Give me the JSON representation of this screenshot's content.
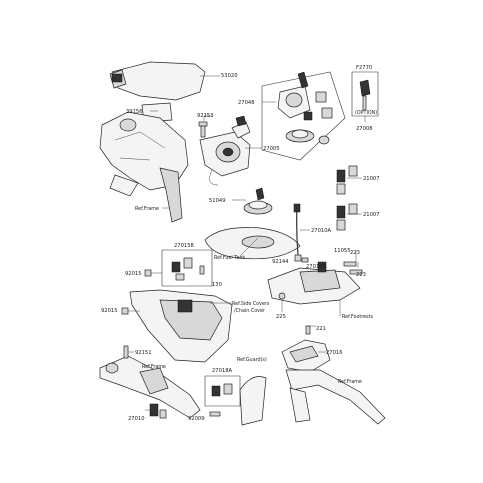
{
  "labels": {
    "p53020": "53020",
    "p39156": "39156",
    "p92153": "92153",
    "p27048": "27048",
    "p27005": "27005",
    "pF2770": "F2770",
    "p27008": "27008",
    "option": "(OPTION)",
    "p21007a": "21007",
    "p21007b": "21007",
    "p51049": "51049",
    "p27010A": "27010A",
    "refFrame1": "Ref.Frame",
    "p270158": "270158",
    "p92015a": "92015",
    "refFuelTank": "Ref.Fuel Tank",
    "p130": "130",
    "p11055": "11055",
    "p223a": "223",
    "p223b": "223",
    "p92144": "92144",
    "p270108": "270108",
    "p92015b": "92015",
    "refSideCovers1": "Ref.Side Covers",
    "refSideCovers2": "/Chain Cover",
    "p225": "225",
    "refFootrests": "Ref.Footrests",
    "p221": "221",
    "p92151": "92151",
    "refGuards": "Ref.Guard(s)",
    "p27016": "27016",
    "refFrame2": "Ref.Frame",
    "p27018A": "27018A",
    "refFrame3": "Ref.Frame",
    "p27010": "27010",
    "p92009": "92009"
  },
  "icons": [
    "key-icon",
    "ignition-switch-icon",
    "lock-cylinder-icon",
    "fuel-cap-icon",
    "wiring-harness-icon",
    "bracket-icon",
    "frame-icon",
    "cover-icon"
  ]
}
